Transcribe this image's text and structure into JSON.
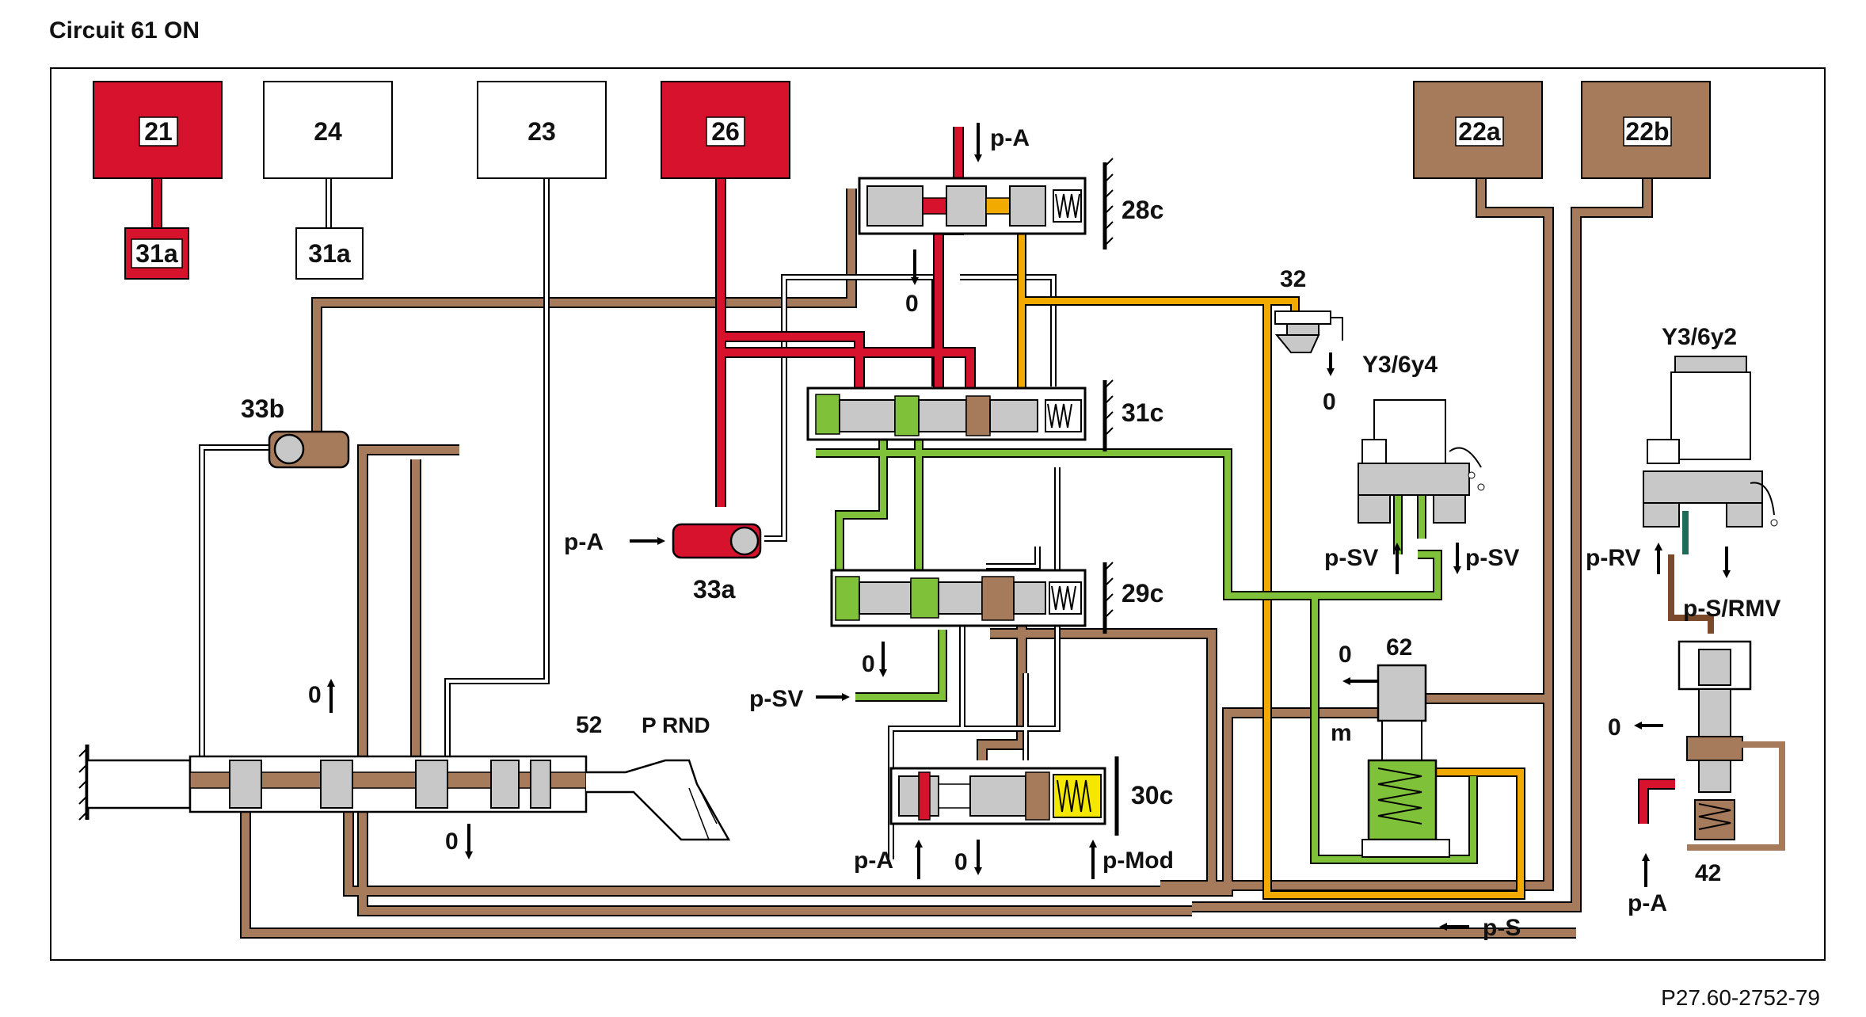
{
  "title": "Circuit 61 ON",
  "figure_code": "P27.60-2752-79",
  "colors": {
    "red": "#d6122c",
    "brown": "#a67b5b",
    "orange": "#f2a900",
    "green": "#7fc23a",
    "yellow": "#f5e800",
    "gray": "#c8c8c8",
    "line": "#000000",
    "teal": "#1d6b58"
  },
  "boxes": {
    "b21": "21",
    "b24": "24",
    "b23": "23",
    "b26": "26",
    "b22a": "22a",
    "b22b": "22b",
    "b31a_red": "31a",
    "b31a_white": "31a"
  },
  "valves": {
    "v28c": "28c",
    "v31c": "31c",
    "v29c": "29c",
    "v30c": "30c",
    "v33b": "33b",
    "v33a": "33a",
    "v32": "32",
    "v52": "52",
    "v62": "62",
    "v42": "42",
    "m": "m",
    "prnd": "P RND",
    "y3_6y4": "Y3/6y4",
    "y3_6y2": "Y3/6y2"
  },
  "pressures": {
    "pA_top": "p-A",
    "pA_33a": "p-A",
    "pA_30c": "p-A",
    "pA_42": "p-A",
    "pSV_29c": "p-SV",
    "pSV_up": "p-SV",
    "pSV_down": "p-SV",
    "pRV": "p-RV",
    "pS_RMV": "p-S/RMV",
    "pS": "p-S",
    "pMod": "p-Mod"
  },
  "zeros": {
    "z28c": "0",
    "z32": "0",
    "z29c": "0",
    "z30c": "0",
    "z52up": "0",
    "z52down": "0",
    "z62": "0",
    "z42": "0"
  }
}
